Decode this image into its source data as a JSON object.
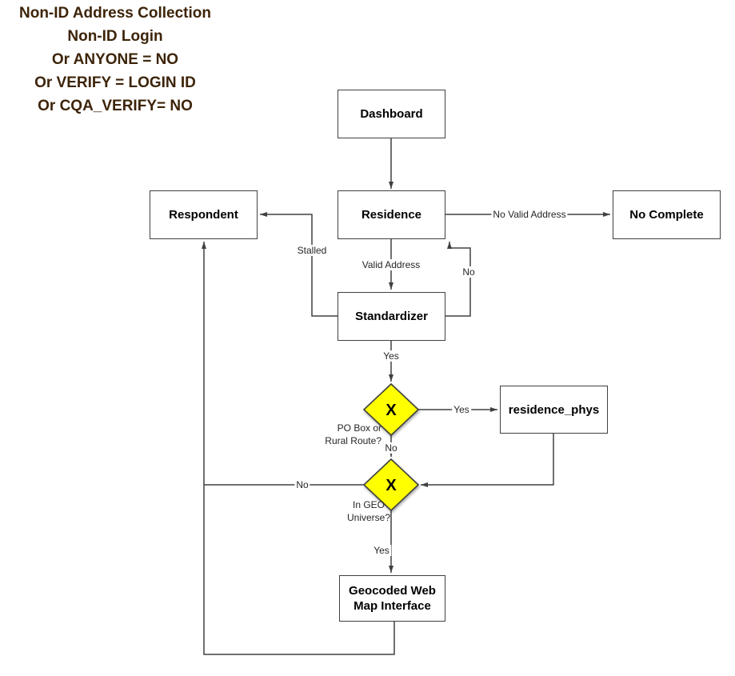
{
  "header": {
    "lines": [
      "Non-ID Address Collection",
      "Non-ID Login",
      "Or ANYONE = NO",
      "Or VERIFY = LOGIN ID",
      "Or CQA_VERIFY= NO"
    ]
  },
  "nodes": {
    "dashboard": "Dashboard",
    "respondent": "Respondent",
    "residence": "Residence",
    "no_complete": "No Complete",
    "standardizer": "Standardizer",
    "residence_phys": "residence_phys",
    "geocoded": "Geocoded Web\nMap Interface",
    "decision1_x": "X",
    "decision2_x": "X"
  },
  "labels": {
    "no_valid_address": "No Valid Address",
    "valid_address": "Valid Address",
    "stalled": "Stalled",
    "no_residence_loop": "No",
    "yes_to_decision1": "Yes",
    "decision1_caption": "PO Box or\nRural Route?",
    "yes_to_residence_phys": "Yes",
    "no_to_decision2": "No",
    "decision2_caption": "In GEO\nUniverse?",
    "no_to_respondent": "No",
    "yes_to_geocoded": "Yes"
  },
  "colors": {
    "decision_fill": "#FFFF00",
    "shape_border": "#404040",
    "connector": "#404040",
    "title_text": "#3D2409"
  }
}
